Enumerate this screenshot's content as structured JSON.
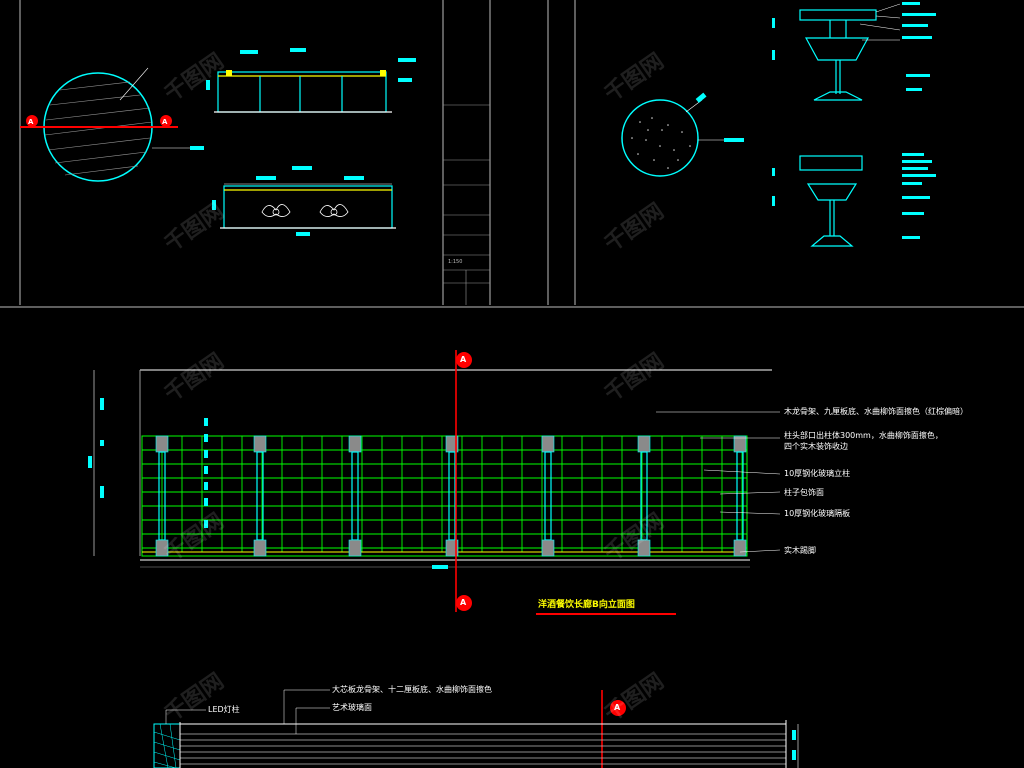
{
  "section_marker": "A",
  "top_views": {
    "round_top_title": "",
    "bar_section_title": "",
    "bar_elevation_title": "",
    "stool_top_title": "",
    "stool_section_1_title": "",
    "stool_section_2_title": ""
  },
  "title_block": {
    "scale": "1:150"
  },
  "elevation_b": {
    "title": "洋酒餐饮长廊B向立面图",
    "annotations": [
      "木龙骨架、九厘板底、水曲柳饰面擦色（红棕偏暗）",
      "柱头部口出柱体300mm，水曲柳饰面擦色，",
      "四个实木装饰收边",
      "10厚钢化玻璃立柱",
      "柱子包饰面",
      "10厚钢化玻璃隔板",
      "实木踢脚"
    ]
  },
  "elevation_bottom": {
    "annotations": [
      "大芯板龙骨架、十二厘板底、水曲柳饰面擦色",
      "LED灯柱",
      "艺术玻璃面"
    ]
  },
  "watermark": "千图网",
  "colors": {
    "background": "#000000",
    "cyan": "#00ffff",
    "green": "#00ff00",
    "red": "#ff0000",
    "yellow": "#ffff00",
    "white": "#ffffff"
  }
}
